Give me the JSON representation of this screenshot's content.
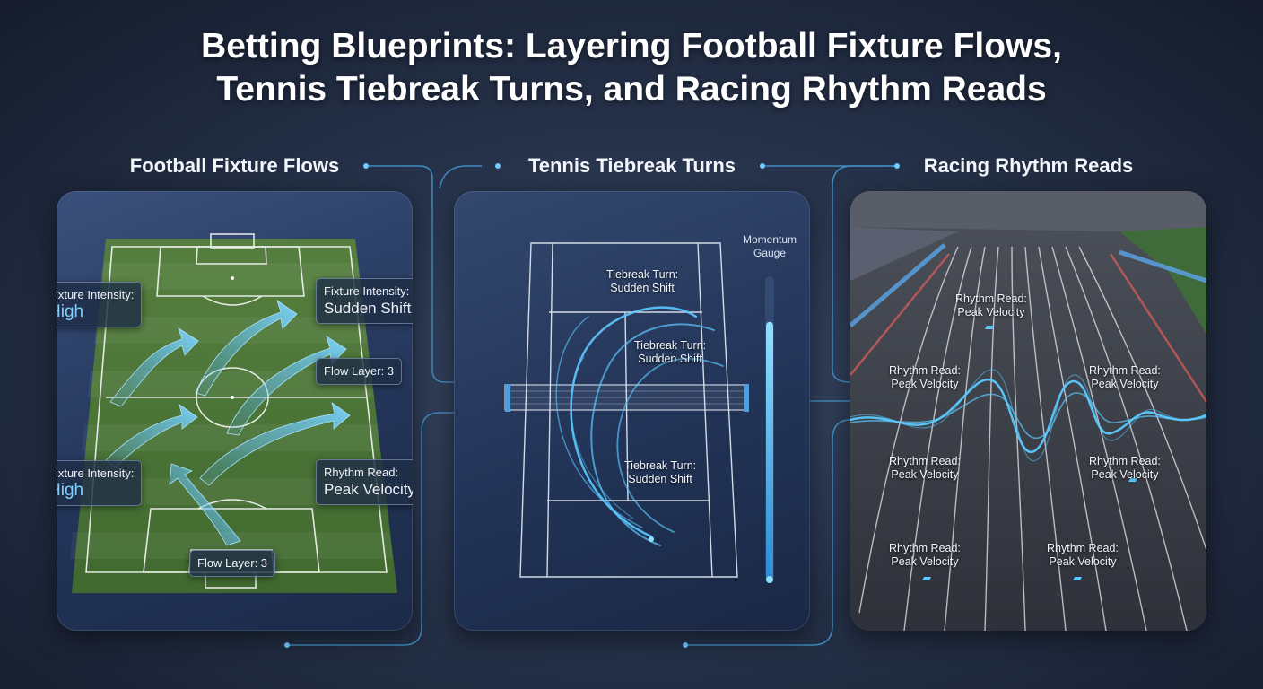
{
  "title": {
    "line1": "Betting Blueprints: Layering Football Fixture Flows,",
    "line2": "Tennis Tiebreak Turns, and Racing Rhythm Reads"
  },
  "football": {
    "heading": "Football Fixture Flows",
    "tags": [
      {
        "key": "Fixture Intensity:",
        "value": "High"
      },
      {
        "key": "Fixture Intensity:",
        "value": "Sudden Shift"
      },
      {
        "text": "Flow Layer: 3"
      },
      {
        "key": "Fixture Intensity:",
        "value": "High"
      },
      {
        "key": "Rhythm Read:",
        "value": "Peak Velocity"
      },
      {
        "text": "Flow Layer: 3"
      }
    ]
  },
  "tennis": {
    "heading": "Tennis Tiebreak Turns",
    "gauge_label": "Momentum Gauge",
    "gauge_level": 0.85,
    "labels": [
      {
        "line1": "Tiebreak Turn:",
        "line2": "Sudden Shift"
      },
      {
        "line1": "Tiebreak Turn:",
        "line2": "Sudden Shift"
      },
      {
        "line1": "Tiebreak Turn:",
        "line2": "Sudden Shift"
      }
    ]
  },
  "racing": {
    "heading": "Racing Rhythm Reads",
    "labels": [
      {
        "line1": "Rhythm Read:",
        "line2": "Peak Velocity"
      },
      {
        "line1": "Rhythm Read:",
        "line2": "Peak Velocity"
      },
      {
        "line1": "Rhythm Read:",
        "line2": "Peak Velocity"
      },
      {
        "line1": "Rhythm Read:",
        "line2": "Peak Velocity"
      },
      {
        "line1": "Rhythm Read:",
        "line2": "Peak Velocity"
      },
      {
        "line1": "Rhythm Read:",
        "line2": "Peak Velocity"
      },
      {
        "line1": "Rhythm Read:",
        "line2": "Peak Velocity"
      }
    ]
  },
  "colors": {
    "accent": "#4fc3ff",
    "pitch": "#4e7a3c",
    "track": "#3b3f48",
    "background": "#26324a"
  }
}
